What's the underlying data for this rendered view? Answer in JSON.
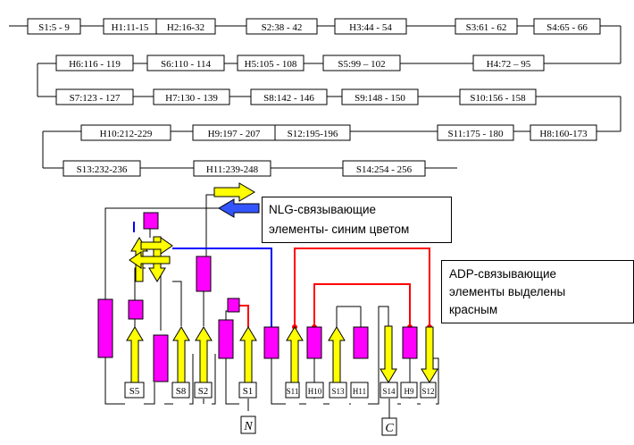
{
  "topology_rows": [
    [
      "S1:5 - 9",
      "H1:11-15",
      "H2:16-32",
      "S2:38 - 42",
      "H3:44 - 54",
      "S3:61 - 62",
      "S4:65 - 66"
    ],
    [
      "H6:116 - 119",
      "S6:110 - 114",
      "H5:105 - 108",
      "S5:99 – 102",
      "H4:72 – 95"
    ],
    [
      "S7:123 - 127",
      "H7:130 - 139",
      "S8:142 - 146",
      "S9:148 - 150",
      "S10:156 - 158"
    ],
    [
      "H10:212-229",
      "H9:197 - 207",
      "S12:195-196",
      "S11:175 - 180",
      "H8:160-173"
    ],
    [
      "S13:232-236",
      "H11:239-248",
      "S14:254 - 256"
    ]
  ],
  "strand_labels": {
    "S5": "S5",
    "S8": "S8",
    "S2": "S2",
    "S1": "S1",
    "S11": "S11",
    "H10": "H10",
    "S13": "S13",
    "H11": "H11",
    "S14": "S14",
    "H9": "H9",
    "S12": "S12"
  },
  "terminus": {
    "n": "N",
    "c": "C"
  },
  "callouts": {
    "nlg": [
      "NLG-связывающие",
      "элементы- синим цветом"
    ],
    "adp": [
      "ADP-связывающие",
      "элементы выделены",
      "красным"
    ]
  },
  "colors": {
    "strand": "#ffff00",
    "helix": "#ff00ff",
    "nlg_link": "#0000ff",
    "adp_link": "#ff0000",
    "line": "#000000"
  }
}
